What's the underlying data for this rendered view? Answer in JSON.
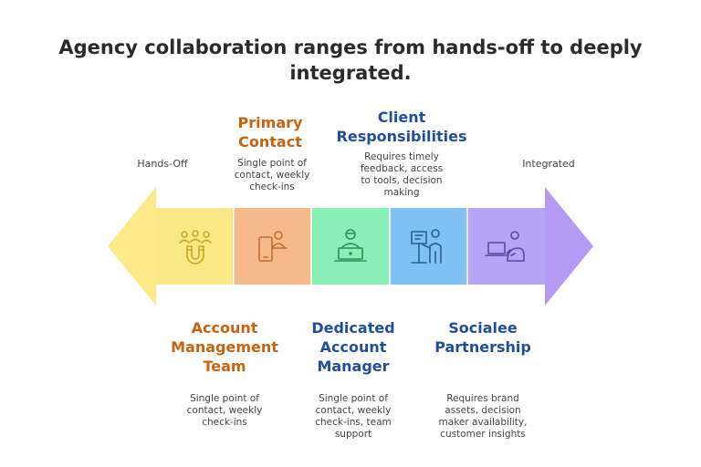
{
  "title_lines": [
    "Agency collaboration ranges from hands-off to deeply",
    "integrated."
  ],
  "left_end_label": "Hands-Off",
  "right_end_label": "Integrated",
  "colors": {
    "left_arrow": "#fbe98a",
    "right_arrow": "#b49af5",
    "orange_heading": "#c8620e",
    "blue_heading": "#1f4f9a"
  },
  "stages": [
    {
      "heading_lines": [
        "Account",
        "Management",
        "Team"
      ],
      "desc_lines": [
        "Single point of",
        "contact, weekly",
        "check-ins"
      ],
      "fill": "#f8e986",
      "icon_color": "#c5a82c",
      "icon": "team-magnet-icon",
      "position": "bottom"
    },
    {
      "heading_lines": [
        "Primary",
        "Contact"
      ],
      "desc_lines": [
        "Single point of",
        "contact, weekly",
        "check-ins"
      ],
      "fill": "#f6b98c",
      "icon_color": "#c26b35",
      "icon": "phone-person-icon",
      "position": "top"
    },
    {
      "heading_lines": [
        "Dedicated",
        "Account",
        "Manager"
      ],
      "desc_lines": [
        "Single point of",
        "contact, weekly",
        "check-ins, team",
        "support"
      ],
      "fill": "#8aeeb7",
      "icon_color": "#2f8f57",
      "icon": "laptop-manager-icon",
      "position": "bottom"
    },
    {
      "heading_lines": [
        "Client",
        "Responsibilities"
      ],
      "desc_lines": [
        "Requires timely",
        "feedback, access",
        "to tools, decision",
        "making"
      ],
      "fill": "#7fc1f3",
      "icon_color": "#2a5d8f",
      "icon": "presenter-icon",
      "position": "top"
    },
    {
      "heading_lines": [
        "Socialee",
        "Partnership"
      ],
      "desc_lines": [
        "Requires brand",
        "assets, decision",
        "maker availability,",
        "customer insights"
      ],
      "fill": "#b6a5f6",
      "icon_color": "#5a47a8",
      "icon": "partnership-laptop-icon",
      "position": "bottom"
    }
  ]
}
